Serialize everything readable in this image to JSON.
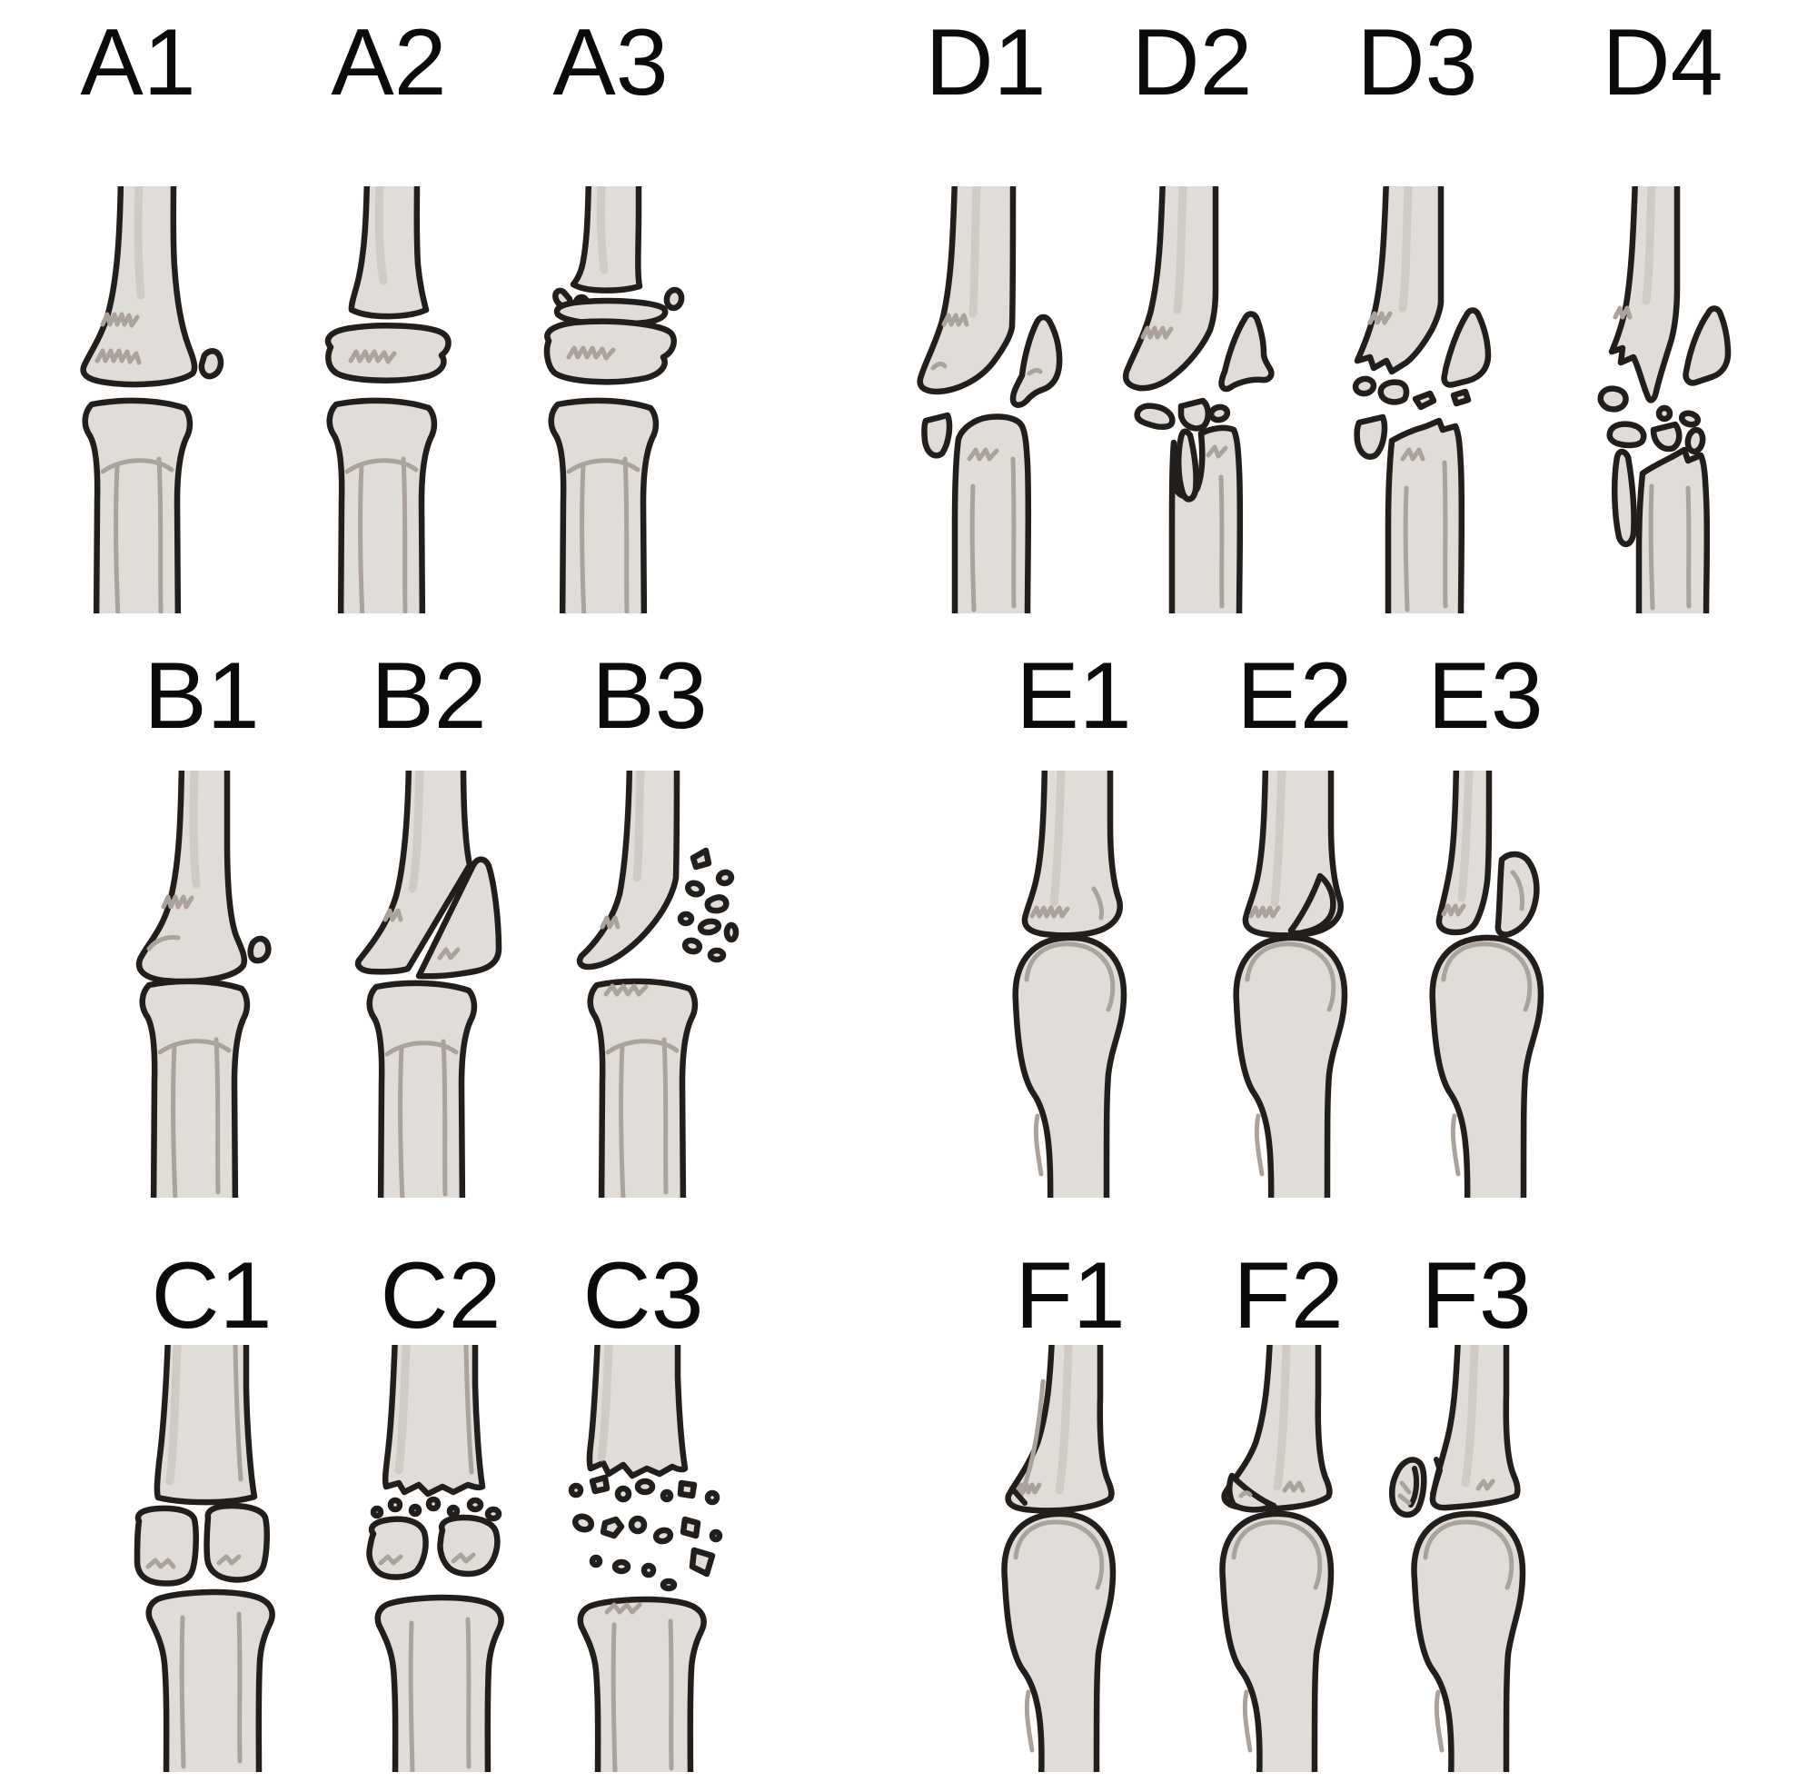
{
  "figure": {
    "groups": [
      {
        "id": "A",
        "labels": [
          "A1",
          "A2",
          "A3"
        ]
      },
      {
        "id": "D",
        "labels": [
          "D1",
          "D2",
          "D3",
          "D4"
        ]
      },
      {
        "id": "B",
        "labels": [
          "B1",
          "B2",
          "B3"
        ]
      },
      {
        "id": "E",
        "labels": [
          "E1",
          "E2",
          "E3"
        ]
      },
      {
        "id": "C",
        "labels": [
          "C1",
          "C2",
          "C3"
        ]
      },
      {
        "id": "F",
        "labels": [
          "F1",
          "F2",
          "F3"
        ]
      }
    ],
    "colors": {
      "background": "#ffffff",
      "bone_fill": "#e0dcd8",
      "bone_outline": "#211e1b",
      "sketch_detail": "#aaa29b",
      "label_text": "#0b0b0b"
    }
  }
}
